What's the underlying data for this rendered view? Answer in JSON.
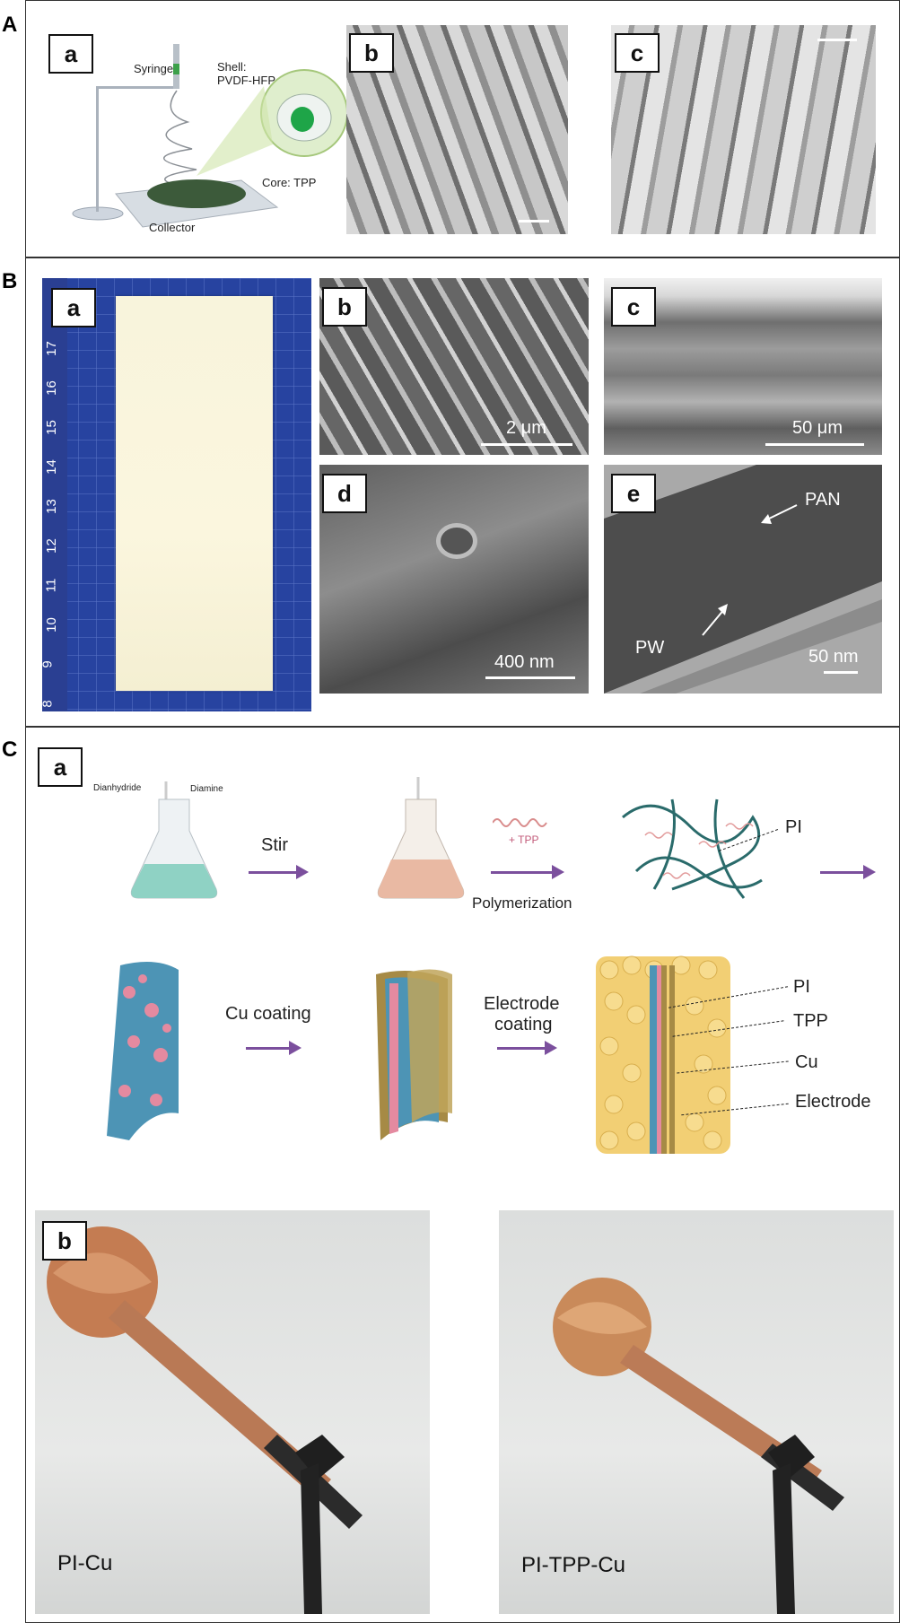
{
  "panels": {
    "A": {
      "label": "A",
      "a": {
        "label": "a",
        "syringe": "Syringe",
        "shell": "Shell:",
        "shell_material": "PVDF-HFP",
        "core": "Core: TPP",
        "collector": "Collector"
      },
      "b": {
        "label": "b"
      },
      "c": {
        "label": "c"
      }
    },
    "B": {
      "label": "B",
      "a": {
        "label": "a",
        "ruler_ticks": [
          "17",
          "16",
          "15",
          "14",
          "13",
          "12",
          "11",
          "10",
          "9",
          "8"
        ]
      },
      "b": {
        "label": "b",
        "scale": "2 μm"
      },
      "c": {
        "label": "c",
        "scale": "50 μm"
      },
      "d": {
        "label": "d",
        "scale": "400 nm"
      },
      "e": {
        "label": "e",
        "scale": "50 nm",
        "pan": "PAN",
        "pw": "PW"
      }
    },
    "C": {
      "label": "C",
      "a": {
        "label": "a",
        "dianhydride": "Dianhydride",
        "diamine": "Diamine",
        "stir": "Stir",
        "tpp": "+ TPP",
        "polymerization": "Polymerization",
        "pi_top": "PI",
        "cu_coating": "Cu coating",
        "electrode_coating_1": "Electrode",
        "electrode_coating_2": "coating",
        "layer_pi": "PI",
        "layer_tpp": "TPP",
        "layer_cu": "Cu",
        "layer_electrode": "Electrode"
      },
      "b": {
        "label": "b",
        "left_caption": "PI-Cu",
        "right_caption": "PI-TPP-Cu"
      }
    }
  }
}
